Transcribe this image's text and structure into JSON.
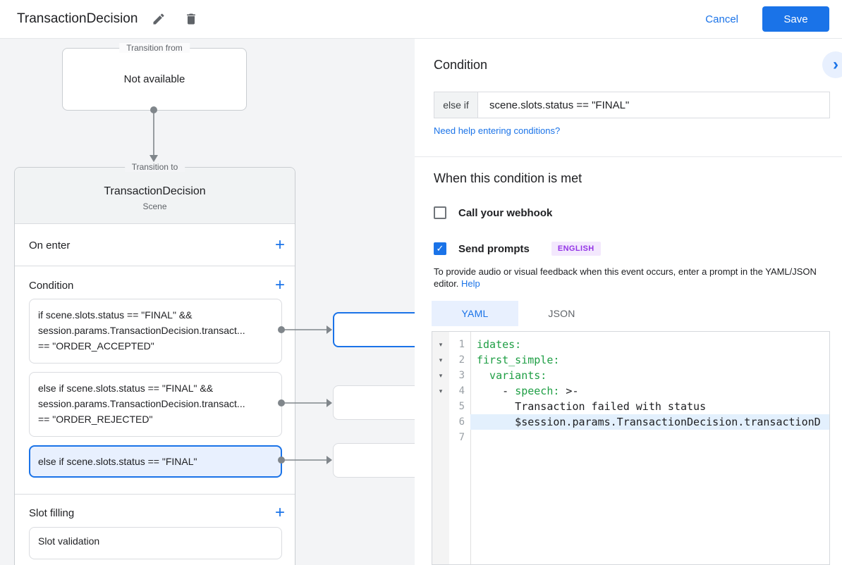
{
  "icons": {
    "plus": "+",
    "check": "✓",
    "fold_arrow": "▾",
    "chevron_right": "›"
  },
  "header": {
    "title": "TransactionDecision",
    "cancel_label": "Cancel",
    "save_label": "Save"
  },
  "canvas": {
    "transition_from": {
      "label": "Transition from",
      "value": "Not available"
    },
    "transition_to": {
      "label": "Transition to",
      "title": "TransactionDecision",
      "subtitle": "Scene",
      "on_enter_label": "On enter",
      "condition_label": "Condition",
      "conditions": [
        {
          "line1": "if scene.slots.status == \"FINAL\" &&",
          "line2": "session.params.TransactionDecision.transact...",
          "line3": "== \"ORDER_ACCEPTED\""
        },
        {
          "line1": "else if scene.slots.status == \"FINAL\" &&",
          "line2": "session.params.TransactionDecision.transact...",
          "line3": "== \"ORDER_REJECTED\""
        },
        {
          "line1": "else if scene.slots.status == \"FINAL\""
        }
      ],
      "slot_filling_label": "Slot filling",
      "slot_item": "Slot validation"
    }
  },
  "panel": {
    "title": "Condition",
    "condition_prefix": "else if",
    "condition_value": "scene.slots.status == \"FINAL\"",
    "help_link": "Need help entering conditions?",
    "when_title": "When this condition is met",
    "webhook_label": "Call your webhook",
    "send_prompts_label": "Send prompts",
    "language_badge": "ENGLISH",
    "description": "To provide audio or visual feedback when this event occurs, enter a prompt in the YAML/JSON editor.",
    "help_label": "Help",
    "tabs": {
      "yaml": "YAML",
      "json": "JSON"
    },
    "editor": {
      "lines": [
        {
          "num": "1",
          "seg0": "idates:"
        },
        {
          "num": "2",
          "seg0": "first_simple:"
        },
        {
          "num": "3",
          "seg0": "  variants:"
        },
        {
          "num": "4",
          "seg0": "    - ",
          "seg1": "speech:",
          "seg2": " >-"
        },
        {
          "num": "5",
          "seg0": "      Transaction failed with status"
        },
        {
          "num": "6",
          "seg0": "      $session.params.TransactionDecision.transactionD"
        },
        {
          "num": "7",
          "seg0": ""
        }
      ]
    }
  },
  "colors": {
    "accent_blue": "#1a73e8",
    "selected_bg": "#e8f0fe",
    "badge_bg": "#f3e8fd",
    "badge_text": "#9334e6",
    "yaml_key_green": "#1e9e44",
    "line_highlight": "#e3f0fd"
  }
}
